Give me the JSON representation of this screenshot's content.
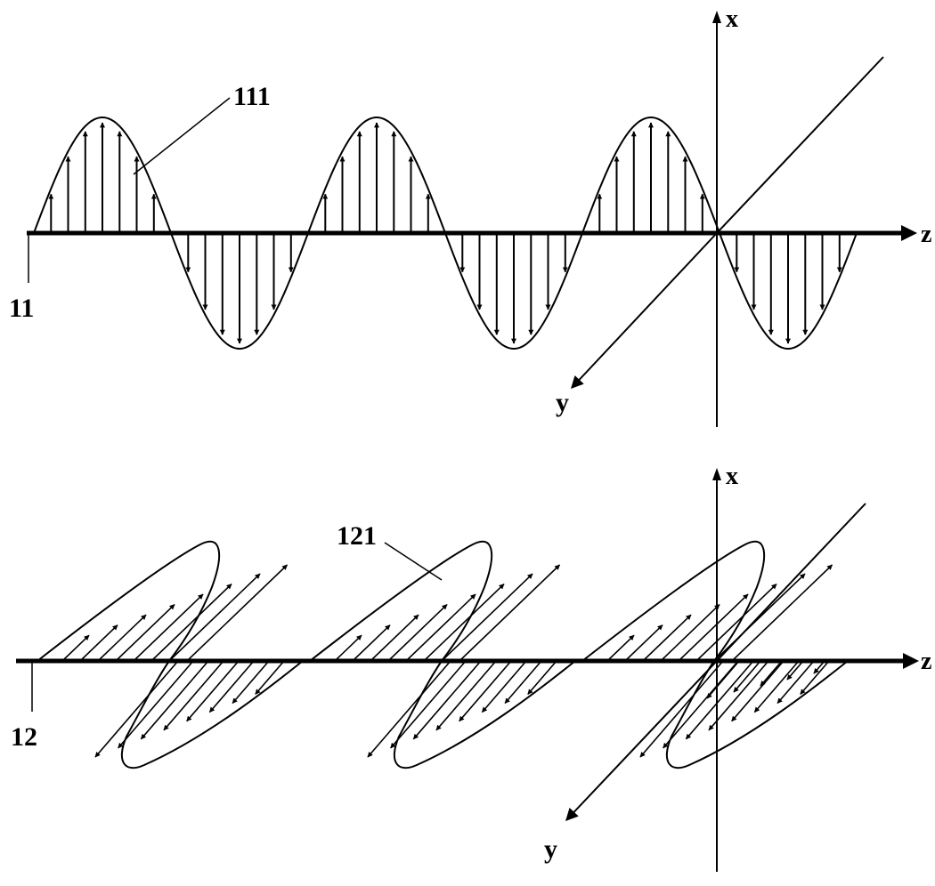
{
  "figure": {
    "ink_color": "#000000",
    "background": "#ffffff",
    "top_panel": {
      "label_x": "x",
      "label_y": "y",
      "label_z": "z",
      "ref_wave": "111",
      "ref_axis": "11"
    },
    "bottom_panel": {
      "label_x": "x",
      "label_y": "y",
      "label_z": "z",
      "ref_wave": "121",
      "ref_axis": "12"
    }
  }
}
